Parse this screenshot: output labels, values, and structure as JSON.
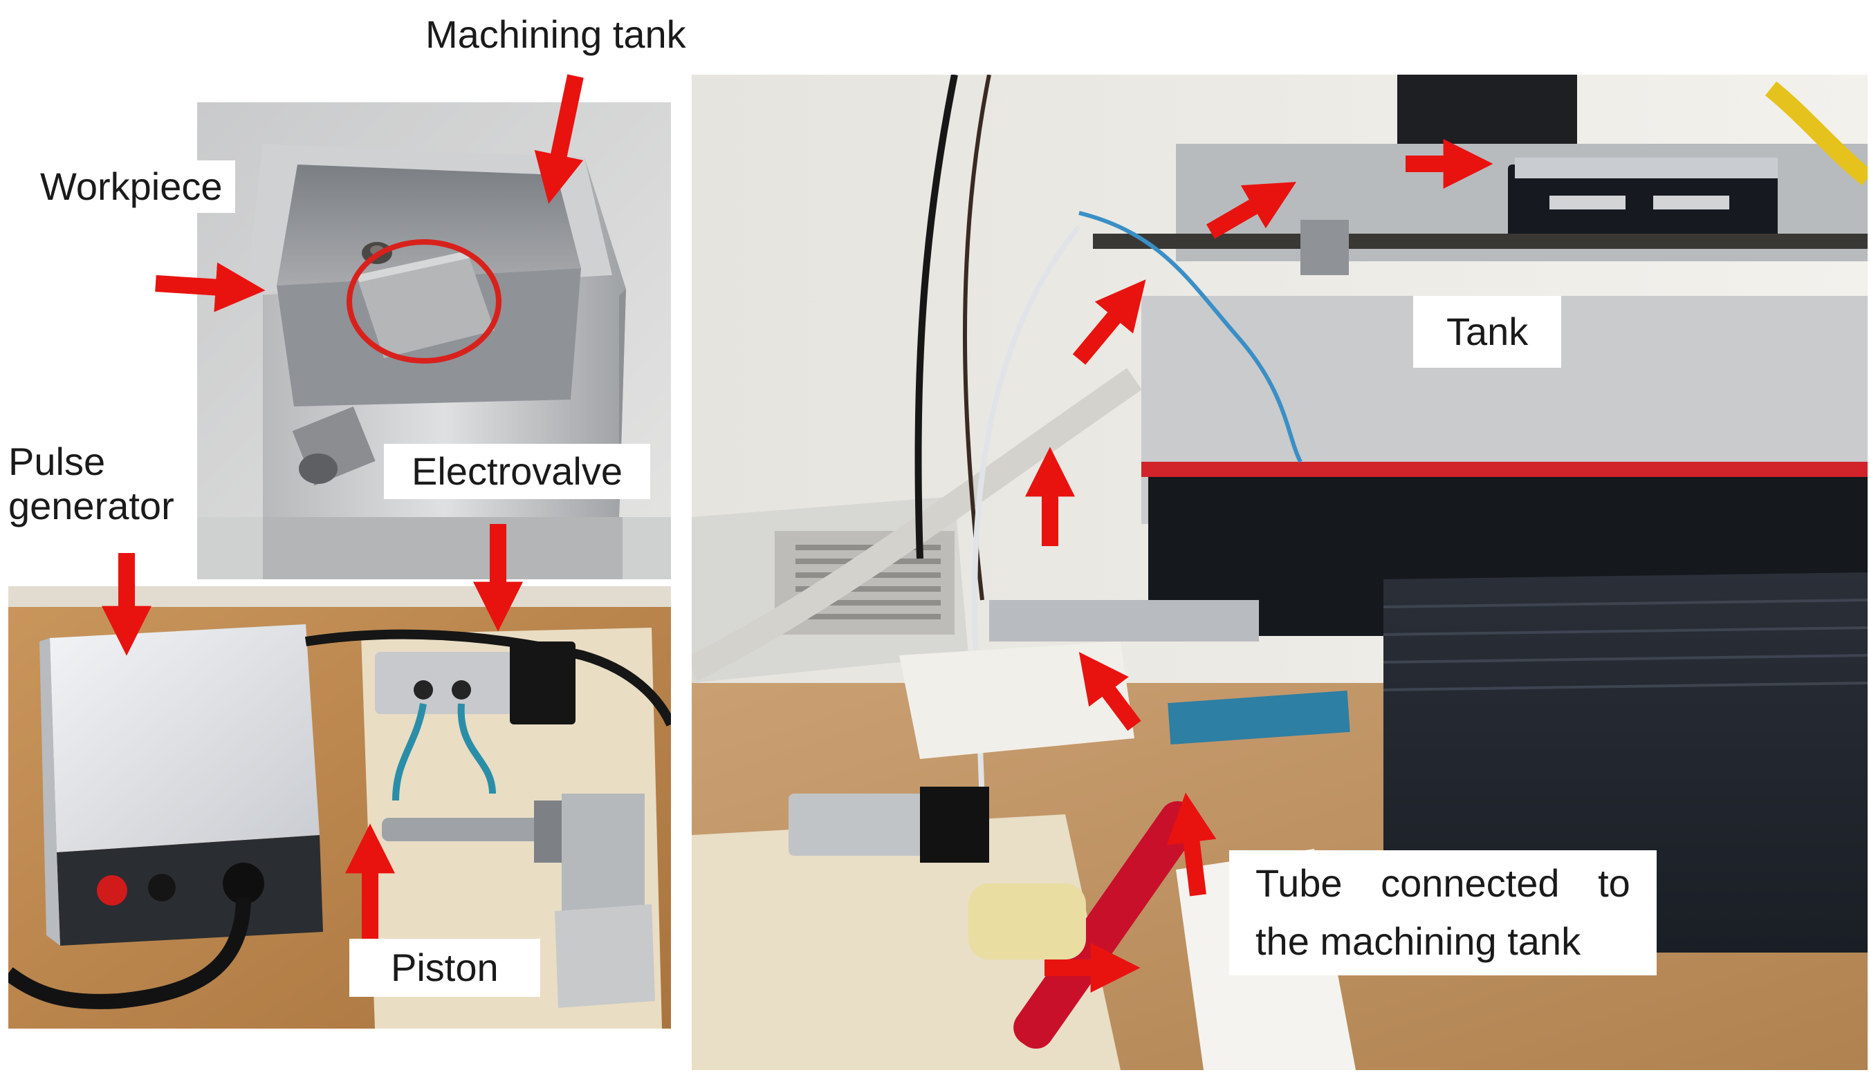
{
  "figure": {
    "labels": {
      "machining_tank": "Machining tank",
      "workpiece": "Workpiece",
      "pulse_generator_line1": "Pulse",
      "pulse_generator_line2": "generator",
      "electrovalve": "Electrovalve",
      "piston": "Piston",
      "tank": "Tank",
      "tube_line1": "Tube connected to",
      "tube_line2": "the machining tank"
    },
    "colors": {
      "arrow": "#e8130f",
      "circle": "#d9211c",
      "label_background": "#ffffff",
      "label_text": "#1a1a1a"
    },
    "panels": [
      "workpiece-tank-photo",
      "pulse-generator-bench-photo",
      "machine-setup-photo"
    ]
  }
}
